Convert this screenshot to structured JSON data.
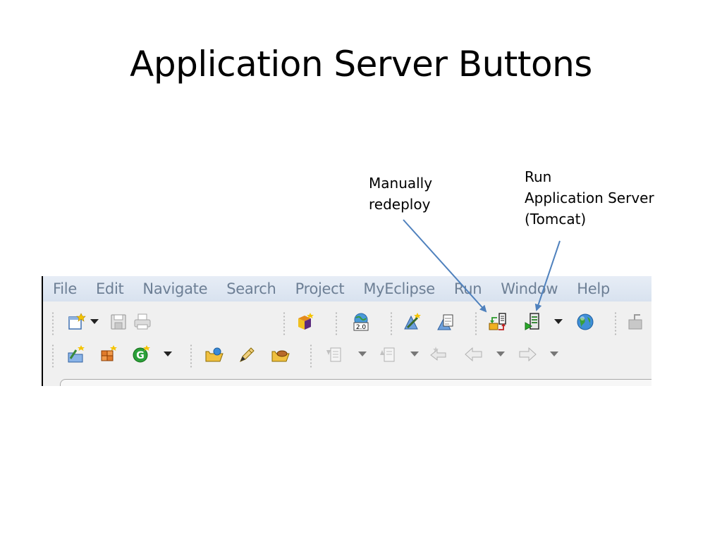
{
  "slide": {
    "title": "Application Server Buttons",
    "callouts": {
      "redeploy": {
        "lines": [
          "Manually",
          "redeploy"
        ]
      },
      "run": {
        "lines": [
          "Run",
          "Application Server",
          "(Tomcat)"
        ]
      }
    }
  },
  "menubar": {
    "items": [
      "File",
      "Edit",
      "Navigate",
      "Search",
      "Project",
      "MyEclipse",
      "Run",
      "Window",
      "Help"
    ]
  },
  "icons": {
    "row1": [
      "new-icon",
      "save-icon",
      "print-icon",
      "package-icon",
      "web-2-icon",
      "wizard-icon",
      "report-icon",
      "manual-redeploy-icon",
      "run-server-icon",
      "browser-globe-icon",
      "export-icon"
    ],
    "row2": [
      "new-project-icon",
      "new-component-icon",
      "refresh-icon",
      "open-folder-icon",
      "pen-icon",
      "open-archive-icon",
      "prev-edit-icon",
      "next-edit-icon",
      "last-edit-icon",
      "back-arrow-icon",
      "forward-arrow-icon"
    ]
  },
  "colors": {
    "menu_text": "#6d7f95",
    "menubar_bg": "#dde6f1",
    "toolbar_bg": "#f0f0f0",
    "arrow": "#4f81bd"
  }
}
